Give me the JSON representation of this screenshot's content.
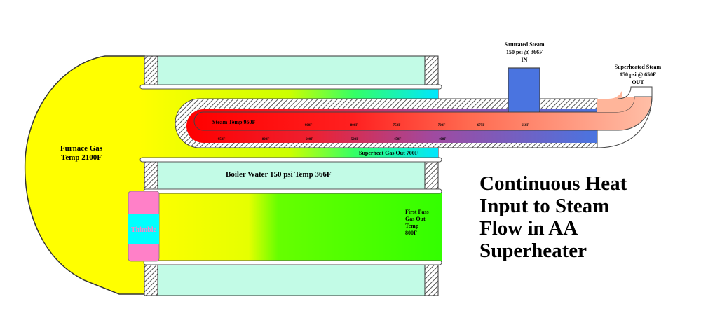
{
  "labels": {
    "saturated_steam": [
      "Saturated Steam",
      "150 psi @ 366F",
      "IN"
    ],
    "superheated_steam": [
      "Superheated Steam",
      "150 psi @ 650F",
      "OUT"
    ],
    "furnace_gas": [
      "Furnace Gas",
      "Temp 2100F"
    ],
    "steam_temp": "Steam Temp 950F",
    "superheat_gas_out": "Superheat Gas Out 700F",
    "boiler_water": "Boiler Water 150 psi Temp 366F",
    "first_pass": [
      "First Pass",
      "Gas Out",
      "Temp",
      "800F"
    ],
    "thimble": "Thimble",
    "upper_temps": [
      "900F",
      "800F",
      "750F",
      "700F",
      "675F",
      "650F"
    ],
    "lower_temps": [
      "950F",
      "800F",
      "600F",
      "500F",
      "450F",
      "400F"
    ]
  },
  "title_lines": [
    "Continuous Heat",
    "Input to Steam",
    "Flow in AA",
    "Superheater"
  ],
  "colors": {
    "furnace": "#ffff00",
    "boiler_water": "#c2fbe6",
    "first_pass_green": "#33ff00",
    "steam_red": "#ff1a1a",
    "steam_out": "#ffb59a",
    "saturated_blue": "#4a74e0",
    "thimble_pink": "#ff80c8",
    "thimble_cyan": "#00ffff"
  }
}
